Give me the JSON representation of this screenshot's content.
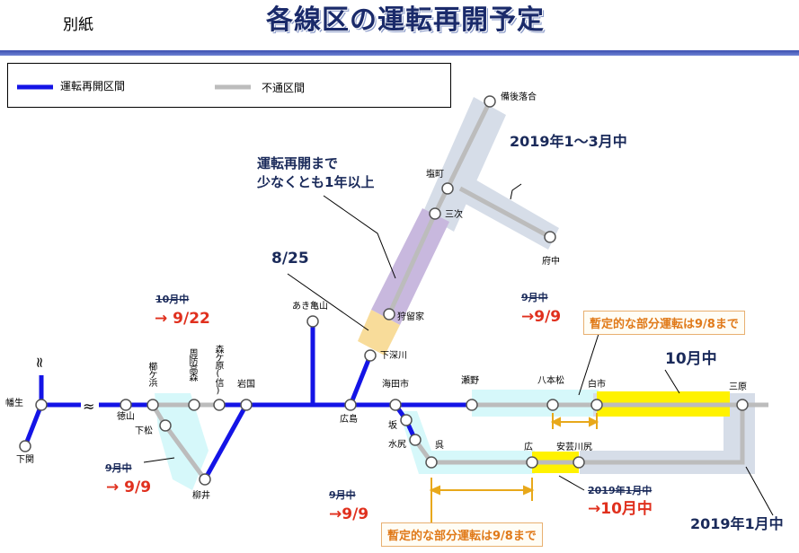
{
  "header": {
    "annex_label": "別紙",
    "title": "各線区の運転再開予定"
  },
  "legend": {
    "operating_label": "運転再開区間",
    "closed_label": "不通区間"
  },
  "colors": {
    "operating": "#1414e6",
    "closed": "#bcbcbc",
    "highlight_yellow": "#fff200",
    "highlight_cyan": "#d6f8fa",
    "highlight_purple": "#c8b8de",
    "highlight_orange": "#f8dc9a",
    "highlight_slate": "#d6dde8",
    "title": "#1a2a6a",
    "red": "#e0301e",
    "navy": "#1a2a5a"
  },
  "stations": {
    "bingo_ochiai": "備後落合",
    "shiomachi": "塩町",
    "miyoshi": "三次",
    "fuchu": "府中",
    "karuga": "狩留家",
    "shimofukawa": "下深川",
    "aki_kameyama": "あき亀山",
    "hiroshima": "広島",
    "kaitaichi": "海田市",
    "seno": "瀬野",
    "hachihonmatsu": "八本松",
    "shiraichi": "白市",
    "mihara": "三原",
    "saka": "坂",
    "mizushiri": "水尻",
    "kure": "呉",
    "hiro": "広",
    "aki_kawajiri": "安芸川尻",
    "hofu": "幡生",
    "shimonoseki": "下関",
    "tokuyama": "徳山",
    "kudamatsu": "下松",
    "kushigahama": "櫛ケ浜",
    "suo_takamori": "周防高森",
    "morigahara": "森ケ原(信)",
    "iwakuni": "岩国",
    "yanai": "柳井"
  },
  "annotations": {
    "bingo_schedule": "2019年1～3月中",
    "geibi_note_line1": "運転再開まで",
    "geibi_note_line2": "少なくとも1年以上",
    "geibi_date": "8/25",
    "sanyo_west_old": "10月中",
    "sanyo_west_new": "→ 9/22",
    "ganntoku_old": "9月中",
    "ganntoku_new": "→ 9/9",
    "sanyo_east_old": "9月中",
    "sanyo_east_new": "→9/9",
    "provisional_note": "暫定的な部分運転は9/8まで",
    "shiraichi_mihara": "10月中",
    "kure_old": "9月中",
    "kure_new": "→9/9",
    "provisional_note_2": "暫定的な部分運転は9/8まで",
    "aki_kawajiri_old": "2019年1月中",
    "aki_kawajiri_new": "→10月中",
    "mihara_kure_schedule": "2019年1月中",
    "break_mark": "≈"
  }
}
